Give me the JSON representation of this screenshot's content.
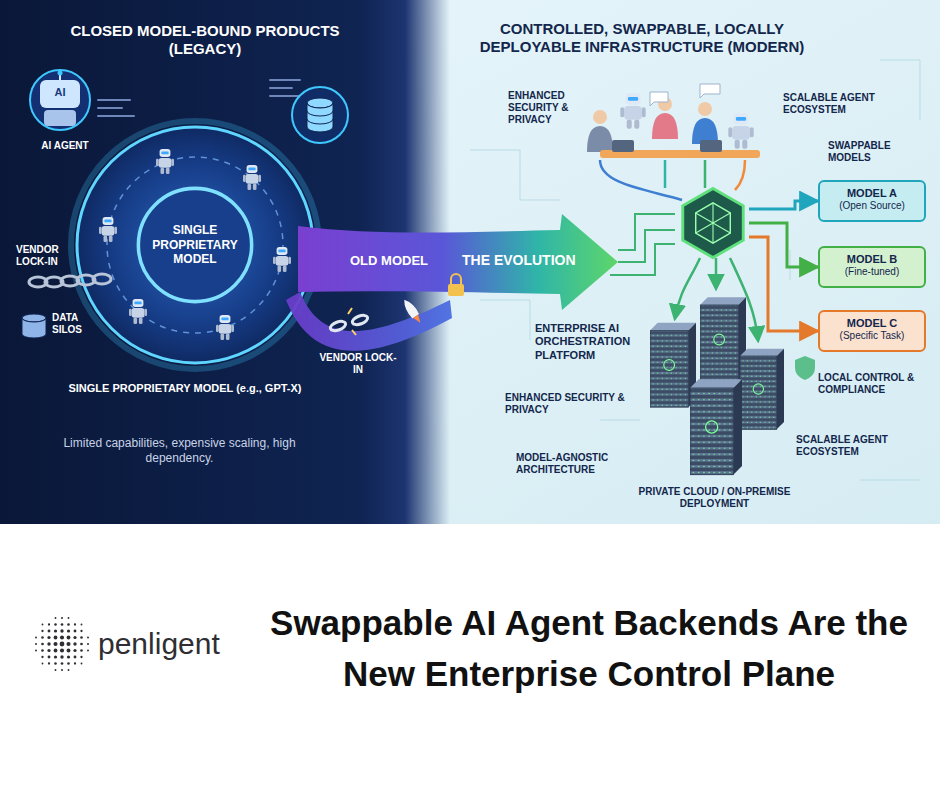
{
  "diagram": {
    "title": "Swappable AI Agent Backends Are the New Enterprise Control Plane",
    "nodes": [
      {
        "text": [
          "SINGLE PROPRIETARY MODEL"
        ]
      },
      {
        "text": [
          "ENTERPRISE AI ORCHESTRATION PLATFORM"
        ]
      },
      {
        "text": [
          "MODEL A",
          "(Open Source)"
        ]
      },
      {
        "text": [
          "MODEL B",
          "(Fine-tuned)"
        ]
      },
      {
        "text": [
          "MODEL C",
          "(Specific Task)"
        ]
      }
    ],
    "edges": [
      {
        "from": 1,
        "to": 2,
        "arrow": "to"
      },
      {
        "from": 1,
        "to": 3,
        "arrow": "to"
      },
      {
        "from": 1,
        "to": 4,
        "arrow": "to"
      }
    ],
    "labels": [
      "CLOSED MODEL-BOUND PRODUCTS (LEGACY)",
      "AI",
      "AI AGENT",
      "VENDOR LOCK-IN",
      "DATA SILOS",
      "SINGLE PROPRIETARY MODEL (e.g., GPT-X)",
      "Limited capabilities, expensive scaling, high dependency.",
      "OLD MODEL",
      "THE EVOLUTION",
      "VENDOR LOCK-IN",
      "CONTROLLED, SWAPPABLE, LOCALLY DEPLOYABLE INFRASTRUCTURE (MODERN)",
      "ENHANCED SECURITY & PRIVACY",
      "SCALABLE AGENT ECOSYSTEM",
      "SWAPPABLE MODELS",
      "LOCAL CONTROL & COMPLIANCE",
      "ENHANCED SECURITY & PRIVACY",
      "SCALABLE AGENT ECOSYSTEM",
      "MODEL-AGNOSTIC ARCHITECTURE",
      "PRIVATE CLOUD / ON-PREMISE DEPLOYMENT",
      "penligent"
    ]
  }
}
